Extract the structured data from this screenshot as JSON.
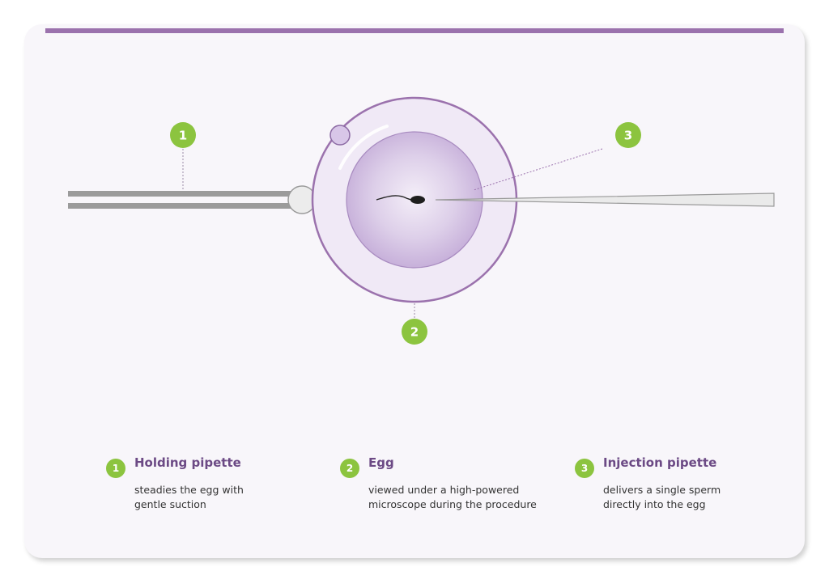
{
  "callouts": [
    {
      "number": "1"
    },
    {
      "number": "2"
    },
    {
      "number": "3"
    }
  ],
  "legend": [
    {
      "number": "1",
      "title": "Holding pipette",
      "desc_line1": "steadies the egg with",
      "desc_line2": "gentle suction"
    },
    {
      "number": "2",
      "title": "Egg",
      "desc_line1": "viewed under a high-powered",
      "desc_line2": "microscope during the procedure"
    },
    {
      "number": "3",
      "title": "Injection pipette",
      "desc_line1": "delivers a single sperm",
      "desc_line2": "directly into the egg"
    }
  ],
  "colors": {
    "accent": "#9b72ad",
    "badge": "#8cc43f",
    "title": "#6c4a85",
    "egg_outer": "#f0e9f6",
    "egg_inner": "#c9b3dc",
    "pipette": "#9b9b9b"
  },
  "icons": [
    "holding-pipette-icon",
    "egg-icon",
    "sperm-icon",
    "injection-pipette-icon",
    "polar-body-icon"
  ]
}
